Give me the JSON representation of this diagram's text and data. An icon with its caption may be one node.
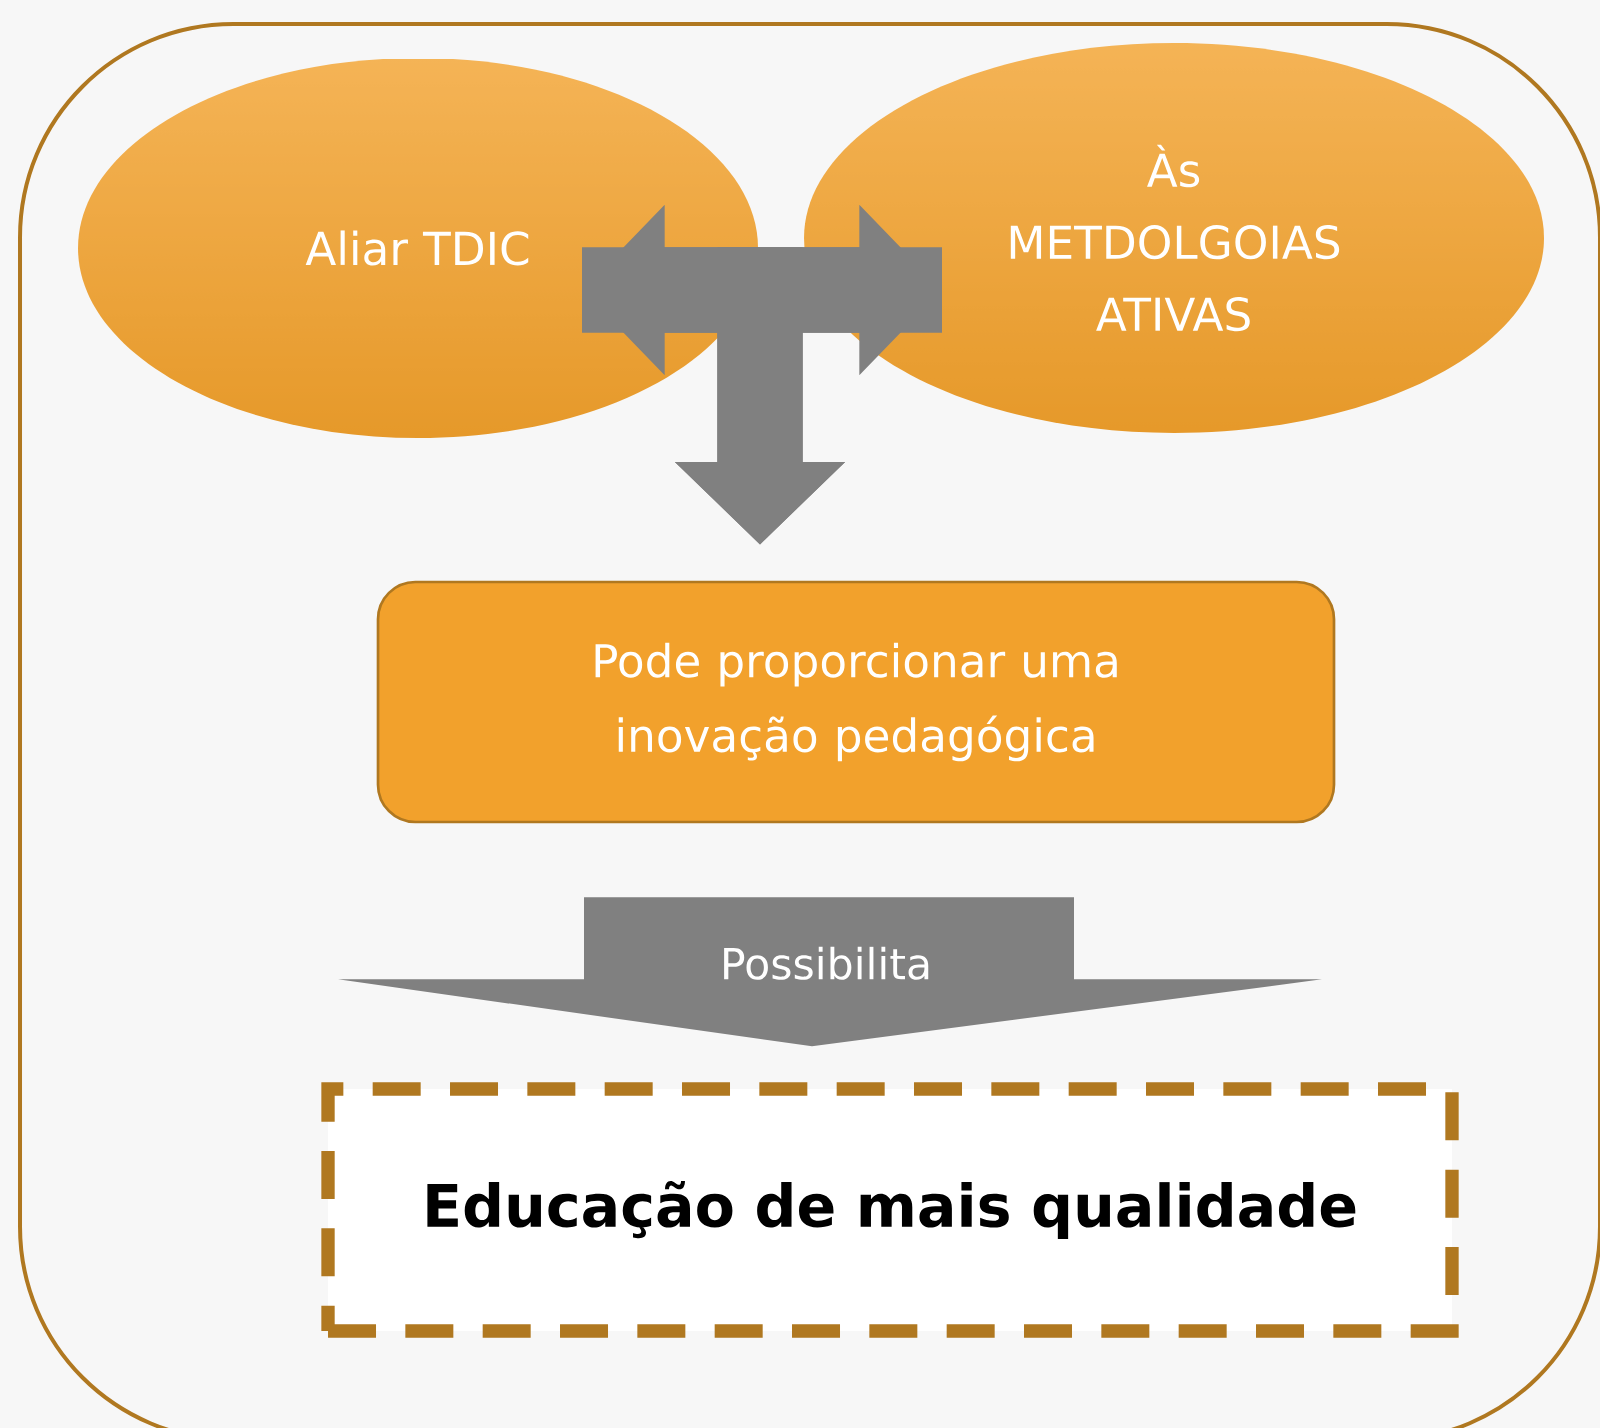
{
  "diagram": {
    "nodes": [
      {
        "text": [],
        "shape": "box"
      },
      {
        "text": [
          "Aliar TDIC"
        ],
        "in": 0
      },
      {
        "text": [
          "Às METDOLGOIAS ATIVAS"
        ],
        "in": 0
      },
      {
        "text": [
          "Pode proporcionar uma inovação pedagógica"
        ],
        "in": 0
      },
      {
        "text": [
          "Educação de mais qualidade"
        ],
        "in": 0
      }
    ],
    "edges": [
      {
        "from": 1,
        "to": 2,
        "arrow": "both",
        "color": "#808080"
      },
      {
        "from": 1,
        "to": 3,
        "arrow": "to",
        "color": "#808080"
      },
      {
        "from": 2,
        "to": 3,
        "arrow": "to",
        "color": "#808080"
      },
      {
        "from": 3,
        "to": 4,
        "arrow": "to",
        "label": "Possibilita",
        "color": "#808080"
      }
    ]
  }
}
